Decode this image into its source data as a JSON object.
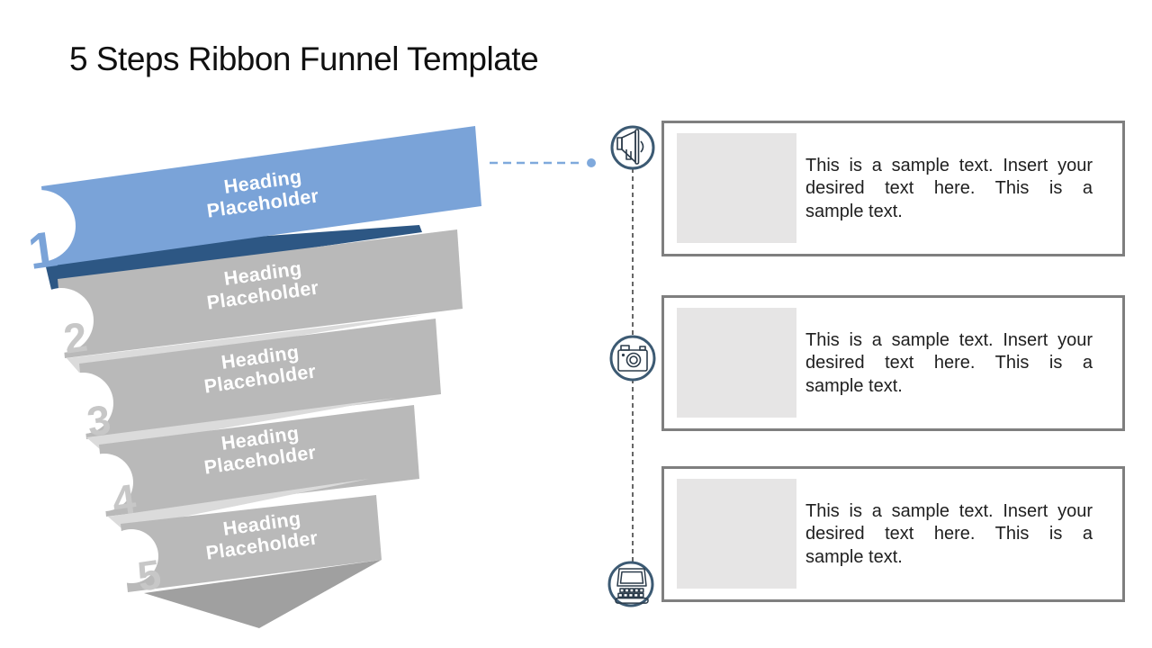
{
  "title": "5 Steps Ribbon Funnel Template",
  "colors": {
    "ribbon_blue": "#7AA3D8",
    "ribbon_blue_dark": "#2D5784",
    "ribbon_gray": "#B9B9B9",
    "ribbon_gray_light": "#DBDBDB",
    "ribbon_gray_dark": "#A0A0A0",
    "number_gray": "#C7C7C7",
    "icon_ring": "#3C5A73",
    "icon_glyph": "#2B3B4A",
    "card_border": "#7F7F7F",
    "placeholder_fill": "#E6E5E5",
    "connector_blue": "#7FA9DC",
    "connector_dark": "#262626",
    "text_dark": "#1F1F1F"
  },
  "funnel": {
    "steps": [
      {
        "number": "1",
        "heading_line1": "Heading",
        "heading_line2": "Placeholder"
      },
      {
        "number": "2",
        "heading_line1": "Heading",
        "heading_line2": "Placeholder"
      },
      {
        "number": "3",
        "heading_line1": "Heading",
        "heading_line2": "Placeholder"
      },
      {
        "number": "4",
        "heading_line1": "Heading",
        "heading_line2": "Placeholder"
      },
      {
        "number": "5",
        "heading_line1": "Heading",
        "heading_line2": "Placeholder"
      }
    ]
  },
  "timeline": {
    "icons": [
      {
        "name": "megaphone-icon"
      },
      {
        "name": "camera-icon"
      },
      {
        "name": "computer-keyboard-icon"
      }
    ]
  },
  "cards": [
    {
      "lines": [
        "This is a sample text. Insert your",
        "desired text here. This is a",
        "sample text."
      ]
    },
    {
      "lines": [
        "This is a sample text. Insert your",
        "desired text here. This is a",
        "sample text."
      ]
    },
    {
      "lines": [
        "This is a sample text. Insert your",
        "desired text here. This is a",
        "sample text."
      ]
    }
  ]
}
